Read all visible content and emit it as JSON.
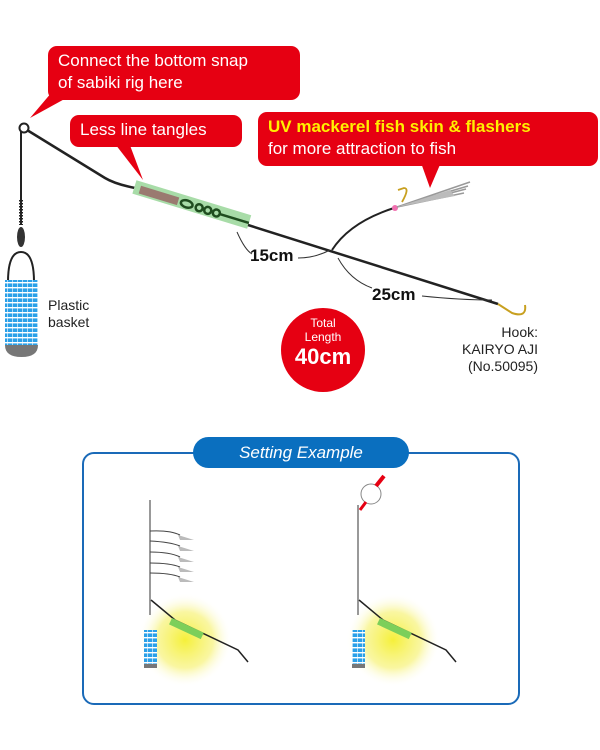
{
  "callouts": {
    "snap": [
      "Connect the bottom snap",
      "of sabiki rig here"
    ],
    "tangles": "Less line tangles",
    "uv_highlight": "UV mackerel fish skin & flashers",
    "uv_sub": "for more attraction to fish"
  },
  "labels": {
    "basket": [
      "Plastic",
      "basket"
    ],
    "hook": [
      "Hook:",
      "KAIRYO AJI",
      "(No.50095)"
    ],
    "dim_15": "15cm",
    "dim_25": "25cm"
  },
  "total": {
    "line1": "Total",
    "line2": "Length",
    "value": "40cm"
  },
  "setting": {
    "title": "Setting Example"
  },
  "colors": {
    "red": "#e60012",
    "blue": "#0a6fbf",
    "yellow": "#fff000",
    "basket": "#2aa0e8"
  }
}
